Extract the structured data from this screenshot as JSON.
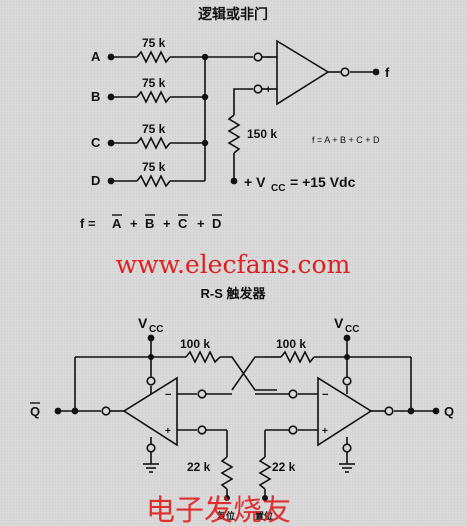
{
  "titles": {
    "top": "逻辑或非门",
    "bottom": "R-S 触发器"
  },
  "nor": {
    "inputs": [
      "A",
      "B",
      "C",
      "D"
    ],
    "resistor": "75 k",
    "pullup": "150 k",
    "vcc_prefix": "+ V",
    "vcc_sub": "CC",
    "vcc_value": "= +15 Vdc",
    "output": "f",
    "opamp_minus": "−",
    "opamp_plus": "+",
    "expr_side": "f = A + B + C + D",
    "expr_main": {
      "f": "f =",
      "terms": [
        "A",
        "B",
        "C",
        "D"
      ],
      "plus": "+"
    }
  },
  "watermark": "www.elecfans.com",
  "rs": {
    "vcc": "V",
    "vcc_sub": "CC",
    "feedback_resistor": "100 k",
    "input_resistor": "22 k",
    "q_bar": "Q",
    "q": "Q",
    "reset": "复位",
    "set": "置位",
    "opamp_minus": "−",
    "opamp_plus": "+"
  },
  "footer_logo": "电子发烧友",
  "colors": {
    "line": "#111111",
    "watermark": "#e02020",
    "logo": "#e02020",
    "background": "#d9d9d9"
  }
}
